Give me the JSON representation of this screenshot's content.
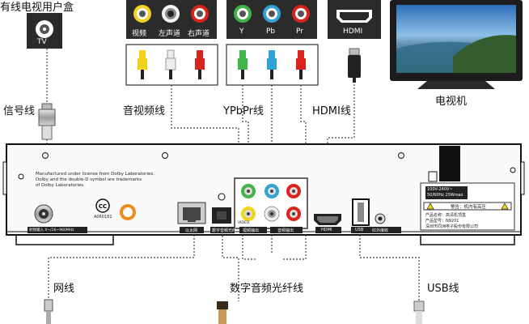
{
  "title": "有线电视用户盒",
  "tv_port_label": "TV",
  "av_panel": {
    "labels": [
      "视频",
      "左声道",
      "右声道"
    ]
  },
  "ypbpr_panel": {
    "labels": [
      "Y",
      "Pb",
      "Pr"
    ]
  },
  "hdmi_panel": {
    "label": "HDMI"
  },
  "tv_label": "电视机",
  "cables": {
    "signal": "信号线",
    "av": "音视频线",
    "ypbpr": "YPbPr线",
    "hdmi": "HDMI线",
    "network": "网线",
    "optical": "数字音频光纤线",
    "usb": "USB线"
  },
  "license": {
    "line1": "Manufactured under license from Dolby Laboratories.",
    "line2": "Dolby and the double-D symbol are trademarks",
    "line3": "of Dolby Laboratories."
  },
  "box_ports": {
    "rf_in": "射频输入 X~/16~960MHz",
    "ethernet": "以太网",
    "optical": "数字音频光纤",
    "video": "VIDEO",
    "video_out": "视频输出",
    "audio_out": "音频输出",
    "hdmi": "HDMI",
    "usb": "USB",
    "ir": "红外接收",
    "cert_code": "A060181"
  },
  "nameplate": {
    "voltage": "100V-240V~",
    "freq": "50/60Hz  25Wmax",
    "warning": "警告：机内有高压",
    "product_name": "产品名称：高清机顶盒",
    "model": "产品型号：N9201",
    "maker": "深圳市同洲电子股份有限公司"
  },
  "colors": {
    "yellow": "#f2d21a",
    "white": "#f4f4f4",
    "red": "#d8241c",
    "green": "#3fb54a",
    "blue": "#2fa3d6"
  }
}
